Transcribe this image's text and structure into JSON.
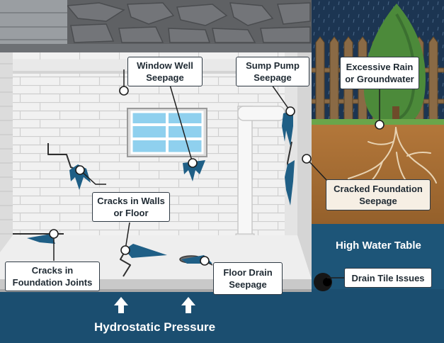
{
  "callouts": {
    "window_well": {
      "line1": "Window Well",
      "line2": "Seepage"
    },
    "sump_pump": {
      "line1": "Sump Pump",
      "line2": "Seepage"
    },
    "excessive_rain": {
      "line1": "Excessive Rain",
      "line2": "or Groundwater"
    },
    "cracks_walls": {
      "line1": "Cracks in Walls",
      "line2": "or Floor"
    },
    "cracked_foundation": {
      "line1": "Cracked Foundation",
      "line2": "Seepage"
    },
    "foundation_joints": {
      "line1": "Cracks in",
      "line2": "Foundation Joints"
    },
    "floor_drain": {
      "line1": "Floor Drain",
      "line2": "Seepage"
    },
    "drain_tile": {
      "line1": "Drain Tile Issues"
    }
  },
  "labels": {
    "high_water_table": "High Water Table",
    "hydrostatic_pressure": "Hydrostatic Pressure"
  },
  "colors": {
    "water": "#1d5578",
    "water_deep": "#174766",
    "soil": "#a56c30",
    "wall": "#f1f1f1",
    "brick_line": "#c9c9c9",
    "stone": "#5f6164",
    "sky": "#1c3552",
    "tree": "#4c8a3a",
    "leak": "#1f5f86"
  }
}
